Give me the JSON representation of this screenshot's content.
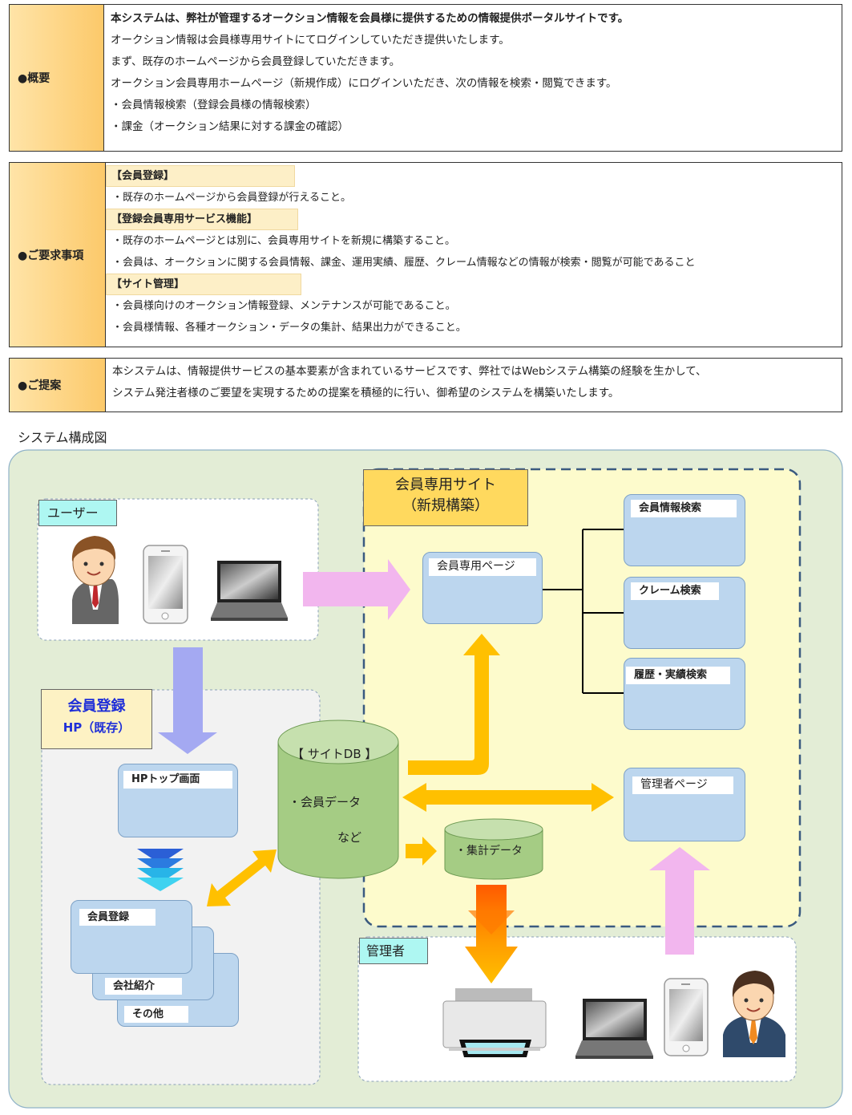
{
  "overview": {
    "label": "●概要",
    "lines": [
      "本システムは、弊社が管理するオークション情報を会員様に提供するための情報提供ポータルサイトです。",
      "オークション情報は会員様専用サイトにてログインしていただき提供いたします。",
      "まず、既存のホームページから会員登録していただきます。",
      "オークション会員専用ホームページ（新規作成）にログインいただき、次の情報を検索・閲覧できます。",
      "・会員情報検索（登録会員様の情報検索）",
      "・課金（オークション結果に対する課金の確認）"
    ]
  },
  "requirements": {
    "label": "●ご要求事項",
    "h1": "【会員登録】",
    "l1": "・既存のホームページから会員登録が行えること。",
    "h2": "【登録会員専用サービス機能】",
    "l2": "・既存のホームページとは別に、会員専用サイトを新規に構築すること。",
    "l3": "・会員は、オークションに関する会員情報、課金、運用実績、履歴、クレーム情報などの情報が検索・閲覧が可能であること",
    "h3": "【サイト管理】",
    "l4": "・会員様向けのオークション情報登録、メンテナンスが可能であること。",
    "l5": "・会員様情報、各種オークション・データの集計、結果出力ができること。"
  },
  "proposal": {
    "label": "●ご提案",
    "l1": "本システムは、情報提供サービスの基本要素が含まれているサービスです、弊社ではWebシステム構築の経験を生かして、",
    "l2": "システム発注者様のご要望を実現するための提案を積極的に行い、御希望のシステムを構築いたします。"
  },
  "diagram": {
    "caption": "システム構成図",
    "user_label": "ユーザー",
    "member_site_title1": "会員専用サイト",
    "member_site_title2": "（新規構築）",
    "member_page": "会員専用ページ",
    "search1": "会員情報検索",
    "search2": "クレーム検索",
    "search3": "履歴・実績検索",
    "reg_title1": "会員登録",
    "reg_title2": "HP（既存）",
    "hp_top": "HPトップ画面",
    "page_reg": "会員登録",
    "page_company": "会社紹介",
    "page_other": "その他",
    "db_title": "【 サイトDB 】",
    "db_line1": "・会員データ",
    "db_line2": "など",
    "agg_data": "・集計データ",
    "admin_page": "管理者ページ",
    "admin_label": "管理者"
  },
  "colors": {
    "label_bg": "#fcc96a",
    "outer_green": "#e3edd6",
    "site_yellow": "#fdfbcc",
    "blue_box": "#bcd6ee",
    "db_green": "#a5cc84",
    "orange_arrow": "#ffc000",
    "pink_arrow": "#f2b6ee",
    "lavender_arrow": "#a4a9f2",
    "cyan_label": "#aef7f2"
  }
}
